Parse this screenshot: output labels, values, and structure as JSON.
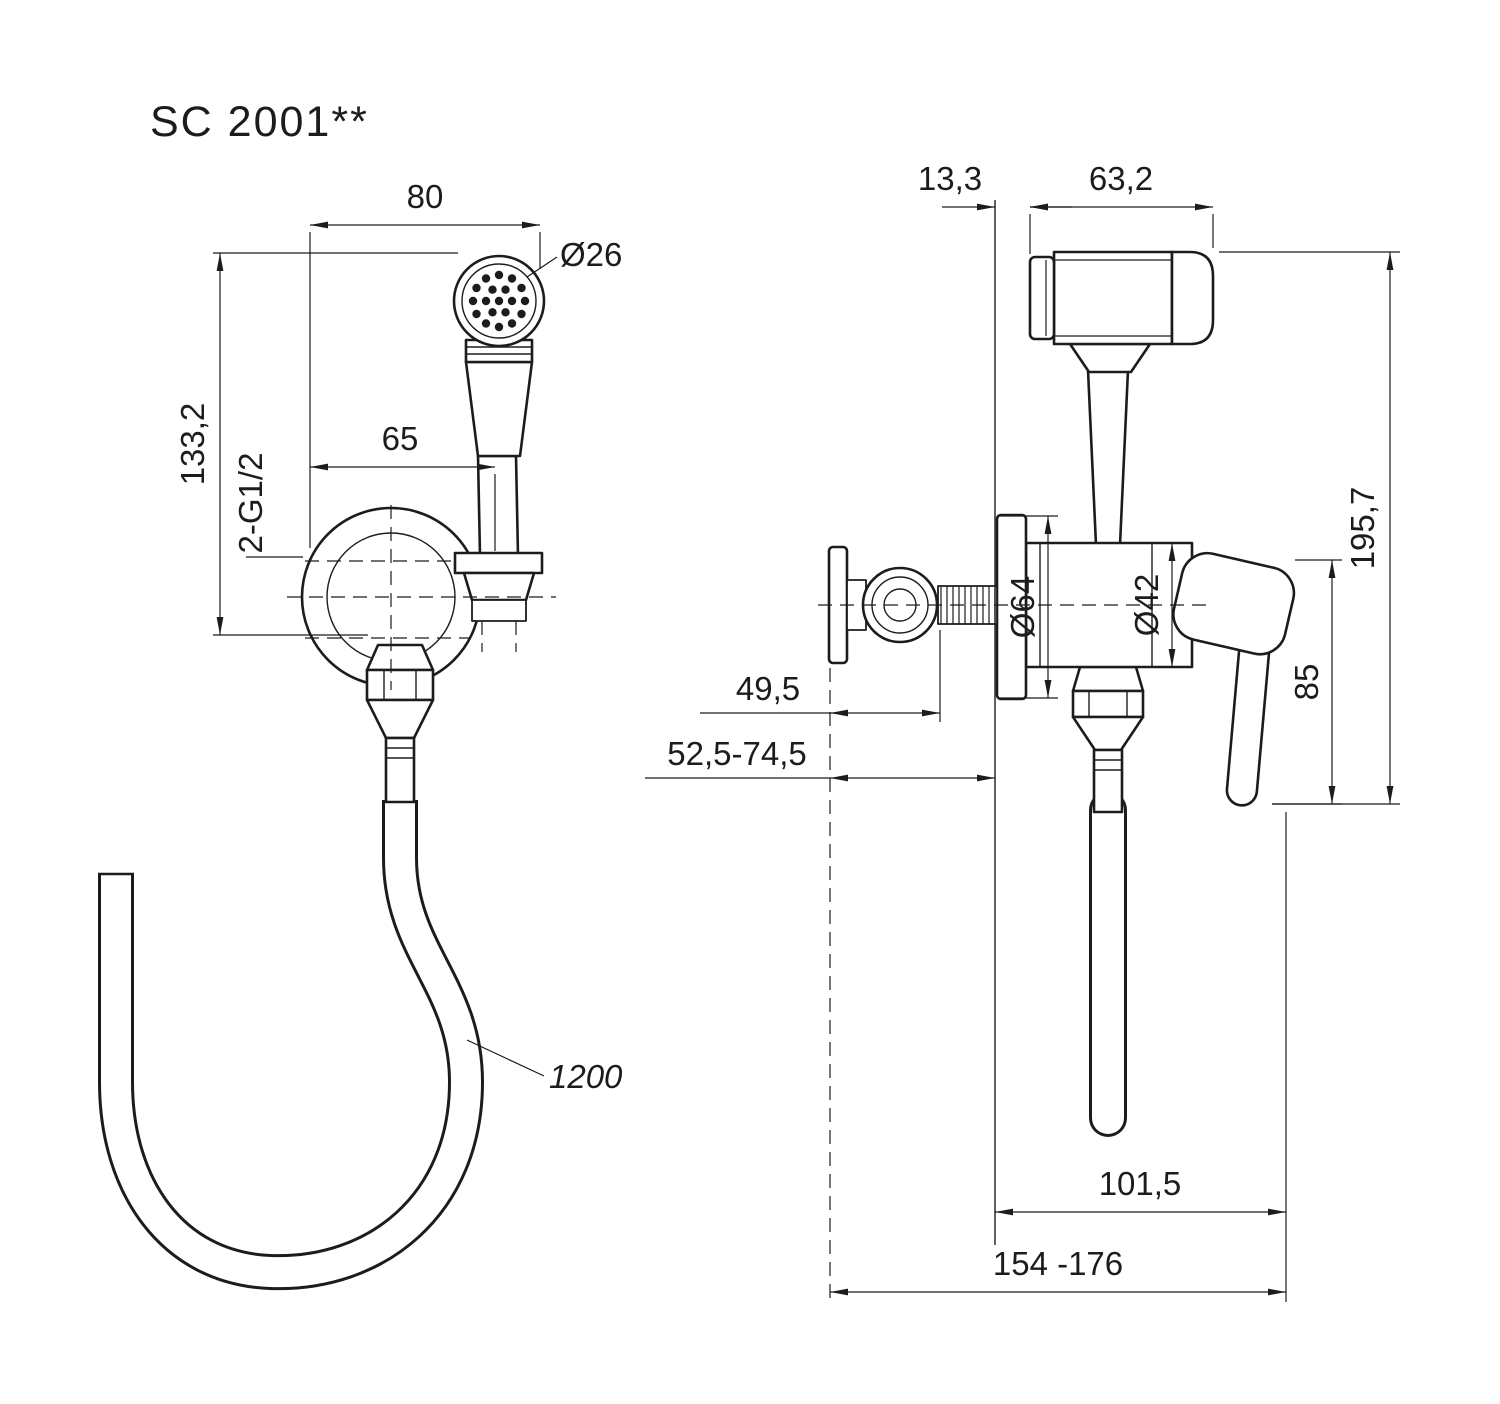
{
  "title": "SC 2001**",
  "colors": {
    "ink": "#1c1c1c",
    "background": "#ffffff"
  },
  "front_view": {
    "dim_head_width": "80",
    "dim_head_diameter": "Ø26",
    "dim_height": "133,2",
    "dim_offset": "65",
    "thread_label": "2-G1/2",
    "hose_length_label": "1200"
  },
  "side_view": {
    "dim_wall_gap": "13,3",
    "dim_head_length": "63,2",
    "dim_total_height": "195,7",
    "dim_flange_diameter": "Ø64",
    "dim_body_diameter": "Ø42",
    "dim_lever_length": "85",
    "dim_inlet_depth": "49,5",
    "dim_mount_depth_range": "52,5-74,5",
    "dim_reach": "101,5",
    "dim_total_depth_range": "154 -176"
  }
}
